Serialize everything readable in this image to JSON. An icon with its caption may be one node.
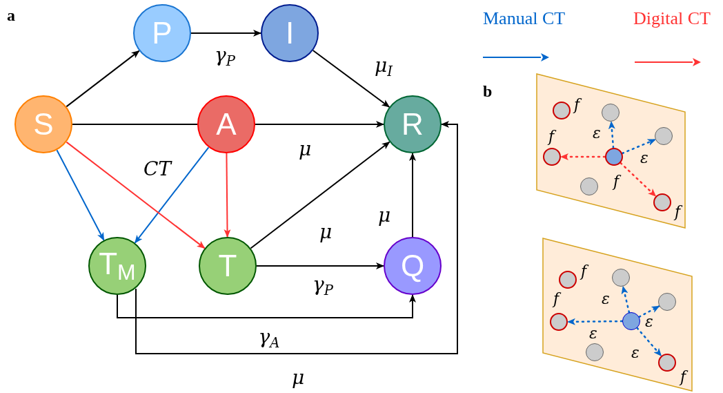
{
  "diagram": {
    "nodes": [
      {
        "text": [
          "S"
        ]
      },
      {
        "text": [
          "P"
        ]
      },
      {
        "text": [
          "I"
        ]
      },
      {
        "text": [
          "A"
        ]
      },
      {
        "text": [
          "R"
        ]
      },
      {
        "text": [
          "T$_{M}$"
        ]
      },
      {
        "text": [
          "T"
        ]
      },
      {
        "text": [
          "Q"
        ]
      },
      {
        "text": [],
        "shape": "parallelogram"
      },
      {
        "text": [],
        "shape": "circle",
        "in": 8,
        "beside": [
          "f"
        ]
      },
      {
        "text": [],
        "shape": "circle",
        "in": 8
      },
      {
        "text": [],
        "shape": "circle",
        "in": 8
      },
      {
        "text": [],
        "shape": "circle",
        "in": 8,
        "beside": [
          "f"
        ]
      },
      {
        "text": [],
        "shape": "circle",
        "in": 8
      },
      {
        "text": [],
        "shape": "circle",
        "in": 8
      },
      {
        "text": [],
        "shape": "circle",
        "in": 8,
        "beside": [
          "f"
        ]
      },
      {
        "text": [],
        "shape": "parallelogram"
      },
      {
        "text": [],
        "shape": "circle",
        "in": 16,
        "beside": [
          "f"
        ]
      },
      {
        "text": [],
        "shape": "circle",
        "in": 16
      },
      {
        "text": [],
        "shape": "circle",
        "in": 16
      },
      {
        "text": [],
        "shape": "circle",
        "in": 16,
        "beside": [
          "f"
        ]
      },
      {
        "text": [],
        "shape": "circle",
        "in": 16
      },
      {
        "text": [],
        "shape": "circle",
        "in": 16
      },
      {
        "text": [],
        "shape": "circle",
        "in": 16,
        "beside": [
          "f"
        ]
      }
    ],
    "edges": [
      {
        "from": 0,
        "to": 1,
        "arrow": "to"
      },
      {
        "from": 1,
        "to": 2,
        "arrow": "to",
        "label": "γ$_{P}$"
      },
      {
        "from": 2,
        "to": 4,
        "arrow": "to",
        "label": "μ$_{I}$"
      },
      {
        "from": 0,
        "to": 3,
        "arrow": "none"
      },
      {
        "from": 3,
        "to": 4,
        "arrow": "to",
        "label": "μ"
      },
      {
        "from": 0,
        "to": 5,
        "arrow": "to",
        "color": "#0066cc"
      },
      {
        "from": 3,
        "to": 5,
        "arrow": "to",
        "color": "#0066cc"
      },
      {
        "from": 0,
        "to": 6,
        "arrow": "to",
        "color": "#ff3333"
      },
      {
        "from": 3,
        "to": 6,
        "arrow": "to",
        "color": "#ff3333"
      },
      {
        "from": 6,
        "to": 4,
        "arrow": "to",
        "label": "μ"
      },
      {
        "from": 6,
        "to": 7,
        "arrow": "to",
        "label": "γ$_{P}$"
      },
      {
        "from": 7,
        "to": 4,
        "arrow": "to",
        "label": "μ"
      },
      {
        "from": 5,
        "to": 7,
        "arrow": "to",
        "label": "γ$_{A}$"
      },
      {
        "from": 5,
        "to": 4,
        "arrow": "to",
        "label": "μ"
      },
      {
        "from": 13,
        "to": 10,
        "arrow": "to",
        "label": "ε",
        "style": "dashed",
        "color": "#0066cc"
      },
      {
        "from": 13,
        "to": 11,
        "arrow": "to",
        "label": "ε",
        "style": "dashed",
        "color": "#0066cc"
      },
      {
        "from": 13,
        "to": 12,
        "arrow": "to",
        "style": "dashed",
        "color": "#ff3333"
      },
      {
        "from": 13,
        "to": 15,
        "arrow": "to",
        "label": "f",
        "style": "dashed",
        "color": "#ff3333"
      },
      {
        "from": 21,
        "to": 18,
        "arrow": "to",
        "label": "ε",
        "style": "dashed",
        "color": "#0066cc"
      },
      {
        "from": 21,
        "to": 19,
        "arrow": "to",
        "label": "ε",
        "style": "dashed",
        "color": "#0066cc"
      },
      {
        "from": 21,
        "to": 20,
        "arrow": "to",
        "label": "ε",
        "style": "dashed",
        "color": "#0066cc"
      },
      {
        "from": 21,
        "to": 23,
        "arrow": "to",
        "label": "ε",
        "style": "dashed",
        "color": "#0066cc"
      }
    ],
    "labels": [
      "a",
      "b",
      "CT"
    ],
    "legend": [
      {
        "text": "Manual CT",
        "color": "#0066cc"
      },
      {
        "text": "Digital CT",
        "color": "#ff3333"
      }
    ]
  }
}
